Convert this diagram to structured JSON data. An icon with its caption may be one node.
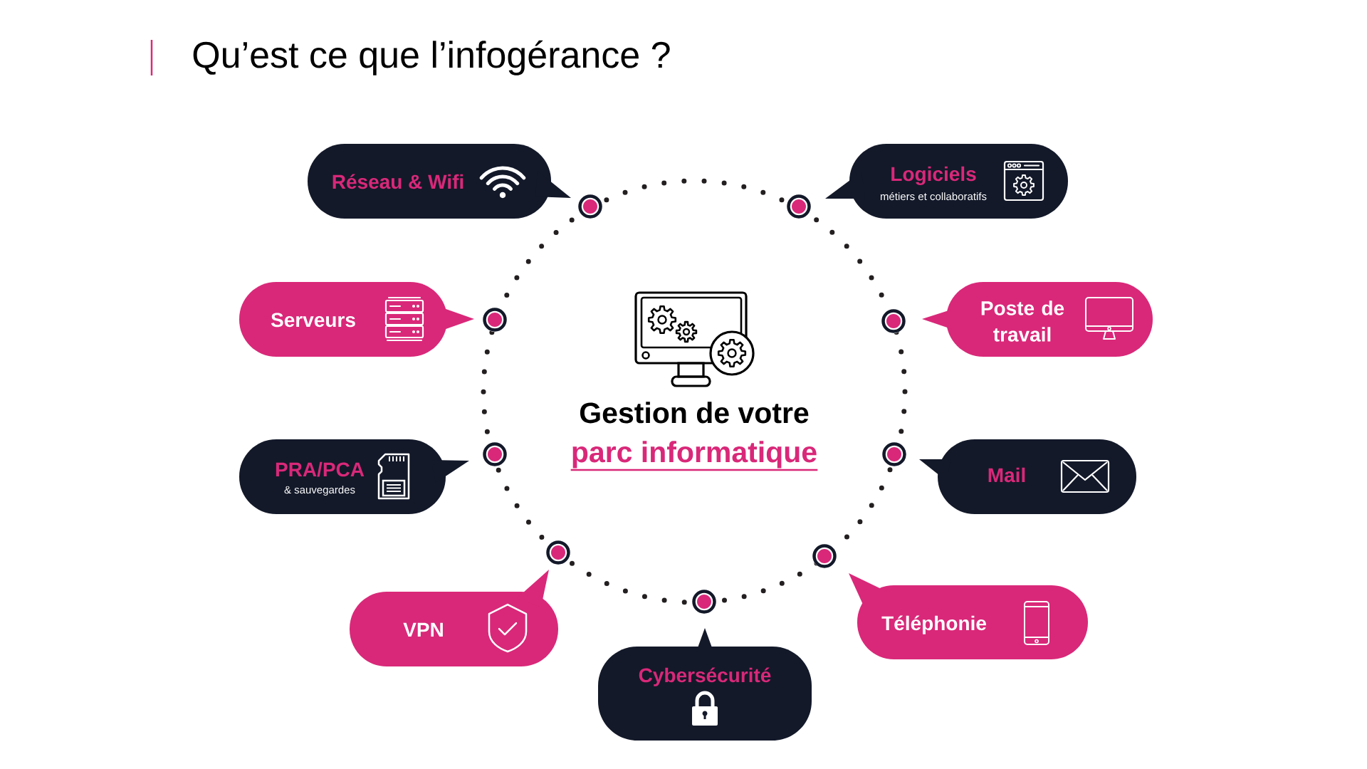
{
  "diagram": {
    "title": "Qu’est ce que l’infogérance ?",
    "nodes": [
      {
        "text": [
          "Gestion de votre",
          "parc informatique"
        ]
      },
      {
        "text": [
          "Réseau & Wifi"
        ]
      },
      {
        "text": [
          "Logiciels",
          "métiers et collaboratifs"
        ]
      },
      {
        "text": [
          "Serveurs"
        ]
      },
      {
        "text": [
          "Poste de travail"
        ]
      },
      {
        "text": [
          "PRA/PCA",
          "& sauvegardes"
        ]
      },
      {
        "text": [
          "Mail"
        ]
      },
      {
        "text": [
          "VPN"
        ]
      },
      {
        "text": [
          "Téléphonie"
        ]
      },
      {
        "text": [
          "Cybersécurité"
        ]
      }
    ]
  }
}
